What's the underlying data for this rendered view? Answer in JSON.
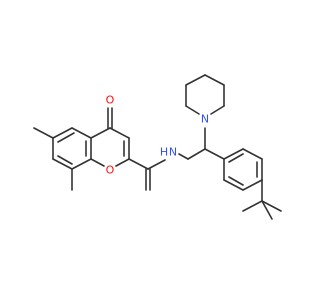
{
  "molecule": {
    "atoms": {
      "carbonyl_oxygen": "O",
      "ring_oxygen": "O",
      "amide_nitrogen": "N",
      "amide_hydrogen": "H",
      "piperidine_nitrogen": "N"
    },
    "colors": {
      "bond": "#333333",
      "oxygen": "#ff0d0d",
      "nitrogen": "#3050f8"
    }
  }
}
